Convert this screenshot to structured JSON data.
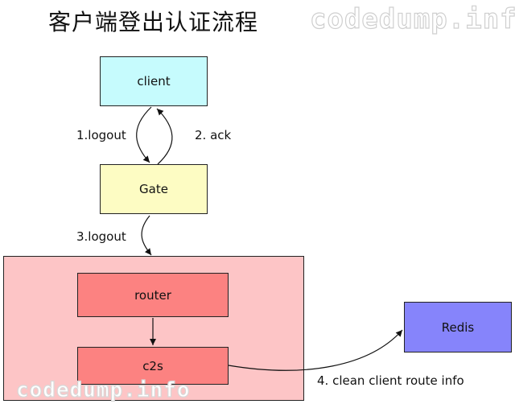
{
  "title": "客户端登出认证流程",
  "watermark": "codedump.info",
  "nodes": {
    "client": "client",
    "gate": "Gate",
    "router": "router",
    "c2s": "c2s",
    "redis": "Redis"
  },
  "edges": {
    "logout1": "1.logout",
    "ack": "2. ack",
    "logout3": "3.logout",
    "clean": "4. clean client route info"
  },
  "colors": {
    "client": "#c6fbfd",
    "gate": "#fdfcc3",
    "server_group": "#fdc5c6",
    "service": "#fc8281",
    "redis": "#8684fb"
  }
}
